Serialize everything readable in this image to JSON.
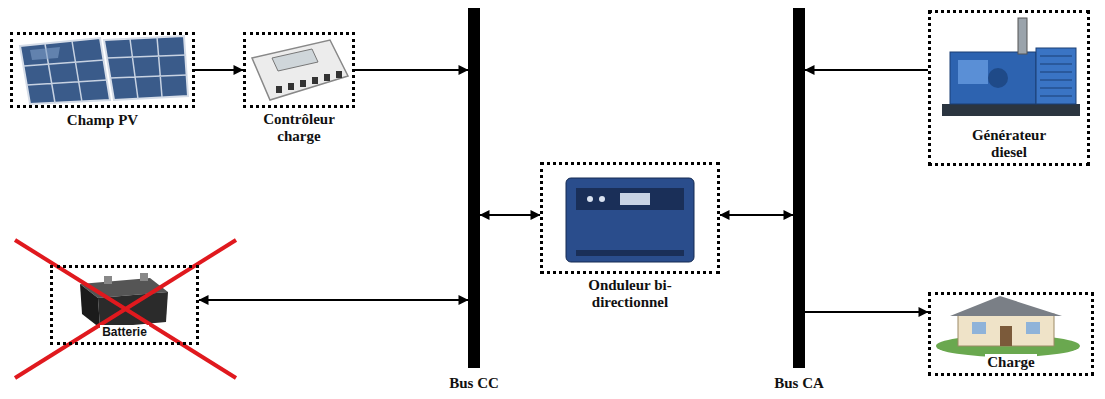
{
  "diagram": {
    "nodes": [
      {
        "text": [
          "Champ PV"
        ]
      },
      {
        "text": [
          "Contrôleur charge"
        ]
      },
      {
        "text": [
          "Bus CC"
        ]
      },
      {
        "text": [
          "Bus CA"
        ]
      },
      {
        "text": [
          "Générateur diesel"
        ]
      },
      {
        "text": [
          "Onduleur bi-directionnel"
        ]
      },
      {
        "text": [
          "Batterie"
        ]
      },
      {
        "text": [
          "Charge"
        ]
      }
    ],
    "edges": [
      {
        "from": 0,
        "to": 1,
        "arrow": "to"
      },
      {
        "from": 1,
        "to": 2,
        "arrow": "to"
      },
      {
        "from": 4,
        "to": 3,
        "arrow": "to"
      },
      {
        "from": 2,
        "to": 5,
        "arrow": "both"
      },
      {
        "from": 5,
        "to": 3,
        "arrow": "both"
      },
      {
        "from": 6,
        "to": 2,
        "arrow": "both"
      },
      {
        "from": 3,
        "to": 7,
        "arrow": "to"
      }
    ]
  }
}
